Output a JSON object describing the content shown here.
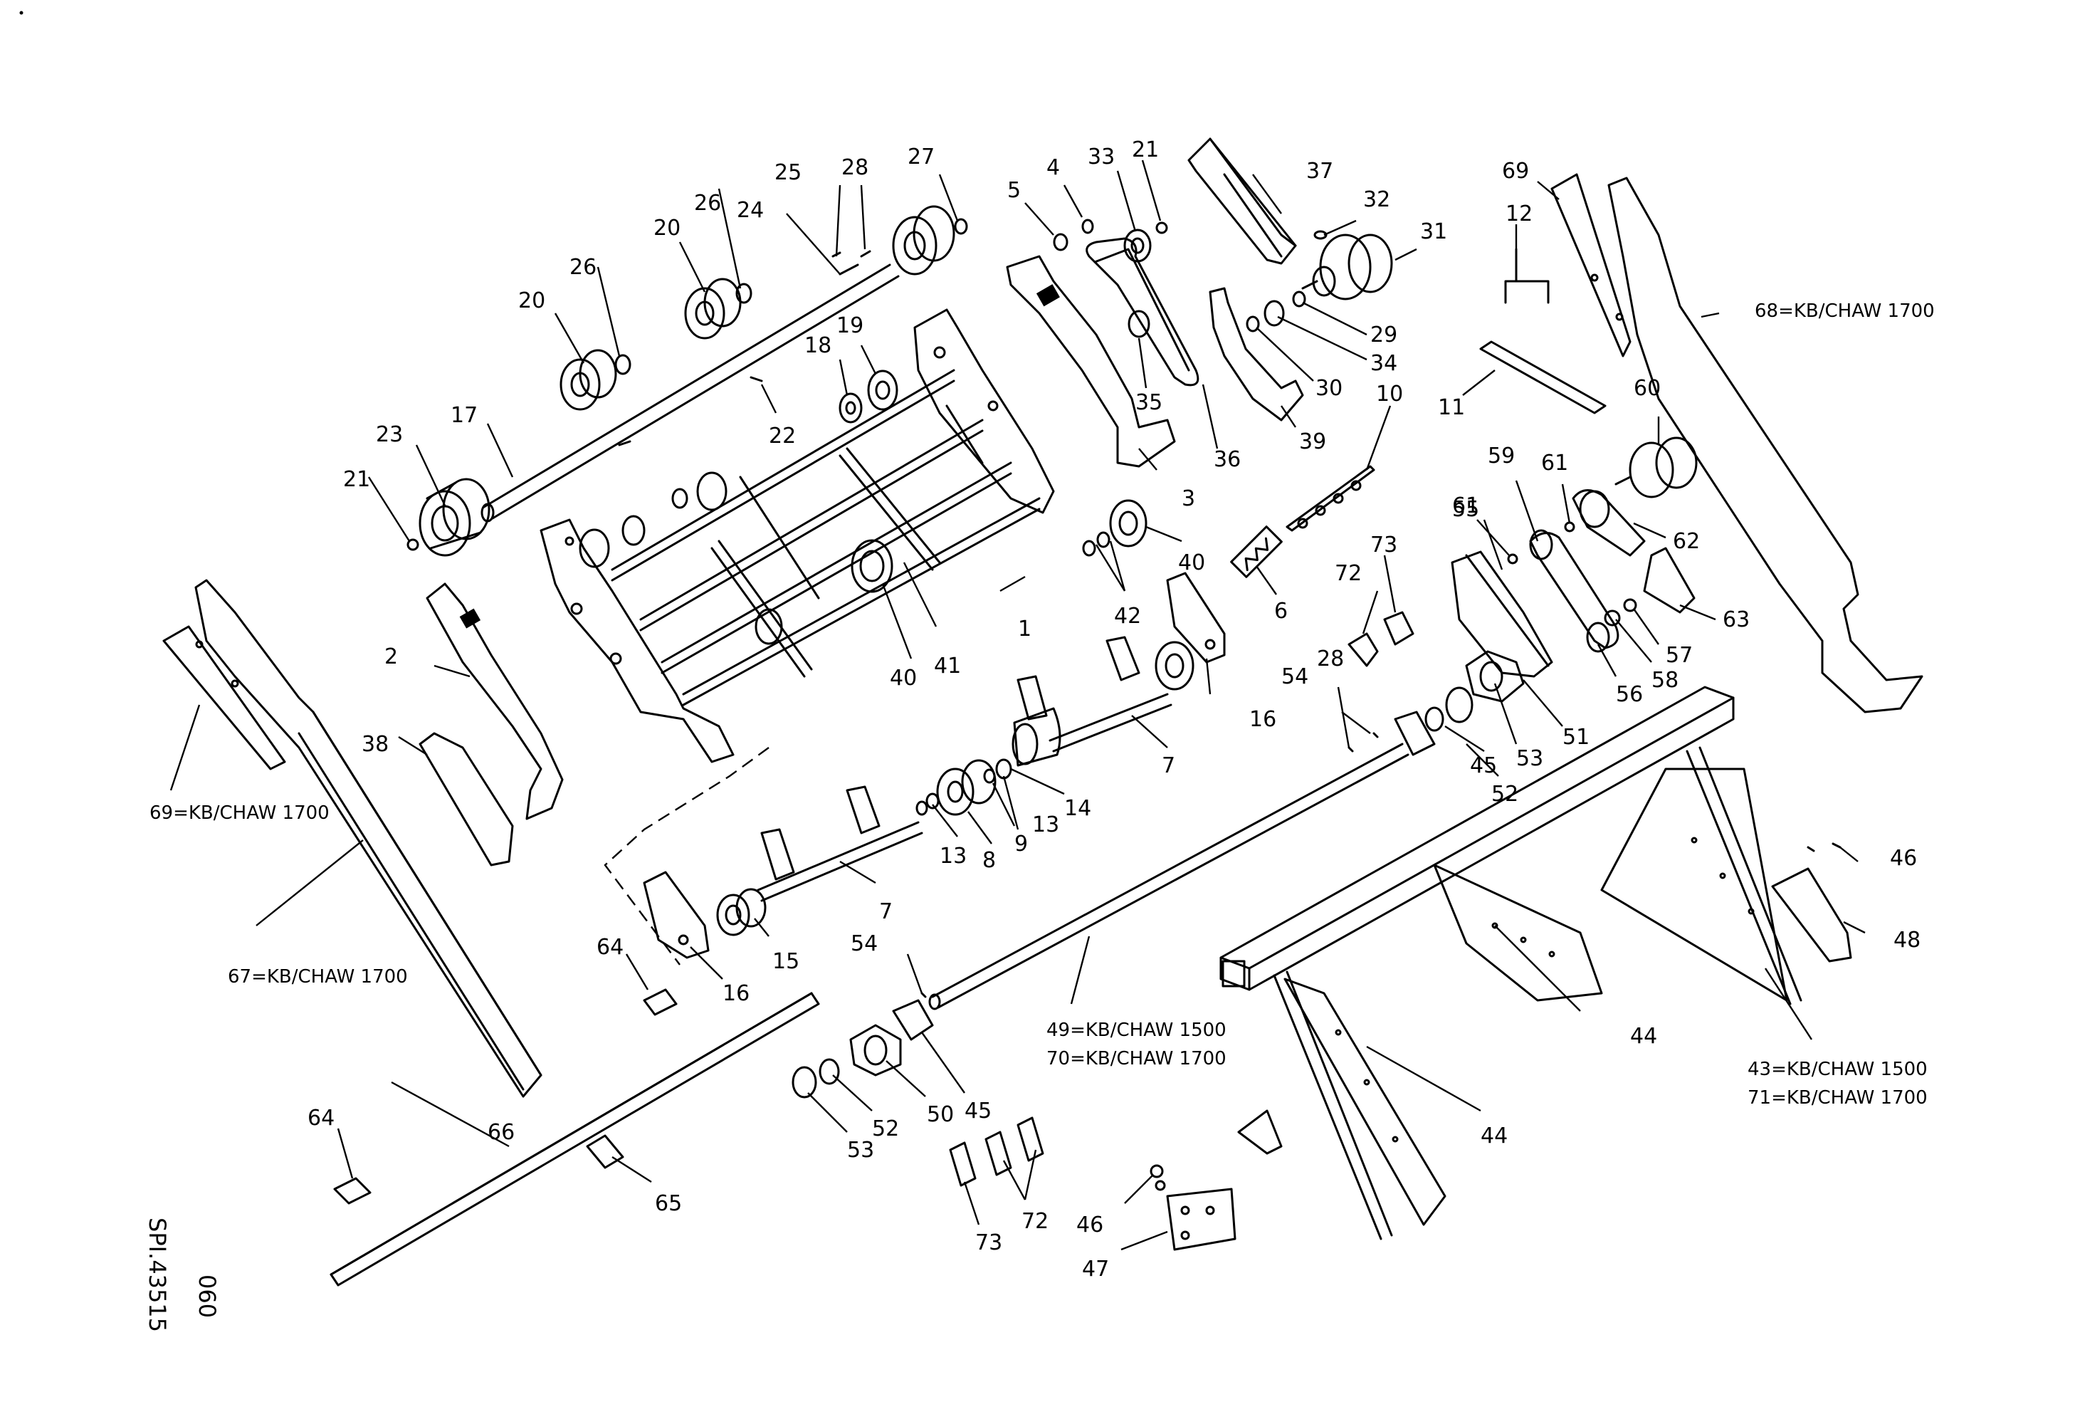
{
  "drawing_ref": [
    "060",
    "SPI.43515"
  ],
  "callouts": [
    {
      "id": "c1",
      "text": "1"
    },
    {
      "id": "c2",
      "text": "2"
    },
    {
      "id": "c3",
      "text": "3"
    },
    {
      "id": "c4",
      "text": "4"
    },
    {
      "id": "c5",
      "text": "5"
    },
    {
      "id": "c6",
      "text": "6"
    },
    {
      "id": "c7a",
      "text": "7"
    },
    {
      "id": "c7b",
      "text": "7"
    },
    {
      "id": "c8",
      "text": "8"
    },
    {
      "id": "c9",
      "text": "9"
    },
    {
      "id": "c10",
      "text": "10"
    },
    {
      "id": "c11",
      "text": "11"
    },
    {
      "id": "c12",
      "text": "12"
    },
    {
      "id": "c13a",
      "text": "13"
    },
    {
      "id": "c13b",
      "text": "13"
    },
    {
      "id": "c14",
      "text": "14"
    },
    {
      "id": "c15",
      "text": "15"
    },
    {
      "id": "c16a",
      "text": "16"
    },
    {
      "id": "c16b",
      "text": "16"
    },
    {
      "id": "c17",
      "text": "17"
    },
    {
      "id": "c18",
      "text": "18"
    },
    {
      "id": "c19",
      "text": "19"
    },
    {
      "id": "c20a",
      "text": "20"
    },
    {
      "id": "c20b",
      "text": "20"
    },
    {
      "id": "c21a",
      "text": "21"
    },
    {
      "id": "c21b",
      "text": "21"
    },
    {
      "id": "c22",
      "text": "22"
    },
    {
      "id": "c23",
      "text": "23"
    },
    {
      "id": "c24",
      "text": "24"
    },
    {
      "id": "c25",
      "text": "25"
    },
    {
      "id": "c26a",
      "text": "26"
    },
    {
      "id": "c26b",
      "text": "26"
    },
    {
      "id": "c27",
      "text": "27"
    },
    {
      "id": "c28a",
      "text": "28"
    },
    {
      "id": "c28b",
      "text": "28"
    },
    {
      "id": "c29",
      "text": "29"
    },
    {
      "id": "c30",
      "text": "30"
    },
    {
      "id": "c31",
      "text": "31"
    },
    {
      "id": "c32",
      "text": "32"
    },
    {
      "id": "c33",
      "text": "33"
    },
    {
      "id": "c34",
      "text": "34"
    },
    {
      "id": "c35",
      "text": "35"
    },
    {
      "id": "c36",
      "text": "36"
    },
    {
      "id": "c37",
      "text": "37"
    },
    {
      "id": "c38",
      "text": "38"
    },
    {
      "id": "c39",
      "text": "39"
    },
    {
      "id": "c40a",
      "text": "40"
    },
    {
      "id": "c40b",
      "text": "40"
    },
    {
      "id": "c41",
      "text": "41"
    },
    {
      "id": "c42",
      "text": "42"
    },
    {
      "id": "c43",
      "text": "43=KB/CHAW 1500"
    },
    {
      "id": "c71",
      "text": "71=KB/CHAW 1700"
    },
    {
      "id": "c44a",
      "text": "44"
    },
    {
      "id": "c44b",
      "text": "44"
    },
    {
      "id": "c45a",
      "text": "45"
    },
    {
      "id": "c45b",
      "text": "45"
    },
    {
      "id": "c46a",
      "text": "46"
    },
    {
      "id": "c46b",
      "text": "46"
    },
    {
      "id": "c47",
      "text": "47"
    },
    {
      "id": "c48",
      "text": "48"
    },
    {
      "id": "c49",
      "text": "49=KB/CHAW 1500"
    },
    {
      "id": "c70",
      "text": "70=KB/CHAW 1700"
    },
    {
      "id": "c50",
      "text": "50"
    },
    {
      "id": "c51",
      "text": "51"
    },
    {
      "id": "c52a",
      "text": "52"
    },
    {
      "id": "c52b",
      "text": "52"
    },
    {
      "id": "c53a",
      "text": "53"
    },
    {
      "id": "c53b",
      "text": "53"
    },
    {
      "id": "c54a",
      "text": "54"
    },
    {
      "id": "c54b",
      "text": "54"
    },
    {
      "id": "c55",
      "text": "55"
    },
    {
      "id": "c56",
      "text": "56"
    },
    {
      "id": "c57",
      "text": "57"
    },
    {
      "id": "c58",
      "text": "58"
    },
    {
      "id": "c59",
      "text": "59"
    },
    {
      "id": "c60",
      "text": "60"
    },
    {
      "id": "c61a",
      "text": "61"
    },
    {
      "id": "c61b",
      "text": "61"
    },
    {
      "id": "c62",
      "text": "62"
    },
    {
      "id": "c63",
      "text": "63"
    },
    {
      "id": "c64a",
      "text": "64"
    },
    {
      "id": "c64b",
      "text": "64"
    },
    {
      "id": "c65",
      "text": "65"
    },
    {
      "id": "c66",
      "text": "66"
    },
    {
      "id": "c67",
      "text": "67=KB/CHAW 1700"
    },
    {
      "id": "c68",
      "text": "68=KB/CHAW 1700"
    },
    {
      "id": "c69a",
      "text": "69"
    },
    {
      "id": "c69b",
      "text": "69=KB/CHAW 1700"
    },
    {
      "id": "c72a",
      "text": "72"
    },
    {
      "id": "c72b",
      "text": "72"
    },
    {
      "id": "c73a",
      "text": "73"
    },
    {
      "id": "c73b",
      "text": "73"
    }
  ]
}
